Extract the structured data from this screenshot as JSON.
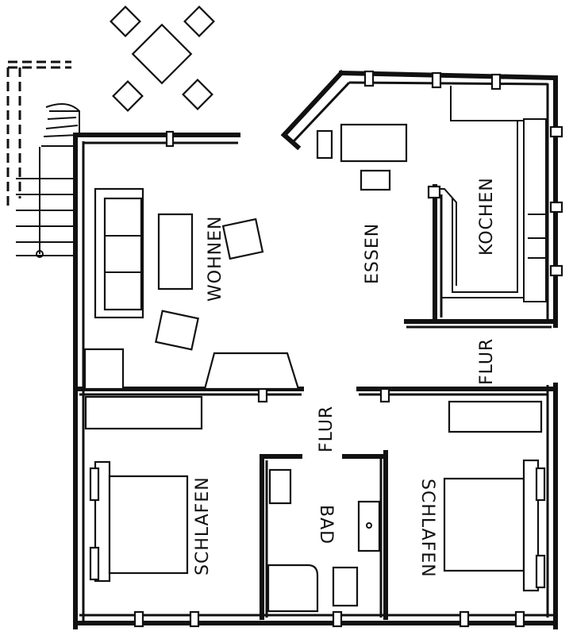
{
  "rooms": {
    "wohnen": "WOHNEN",
    "essen": "ESSEN",
    "kochen": "KOCHEN",
    "flur_top": "FLUR",
    "flur_center": "FLUR",
    "schlafen_left": "SCHLAFEN",
    "schlafen_right": "SCHLAFEN",
    "bad": "BAD"
  }
}
